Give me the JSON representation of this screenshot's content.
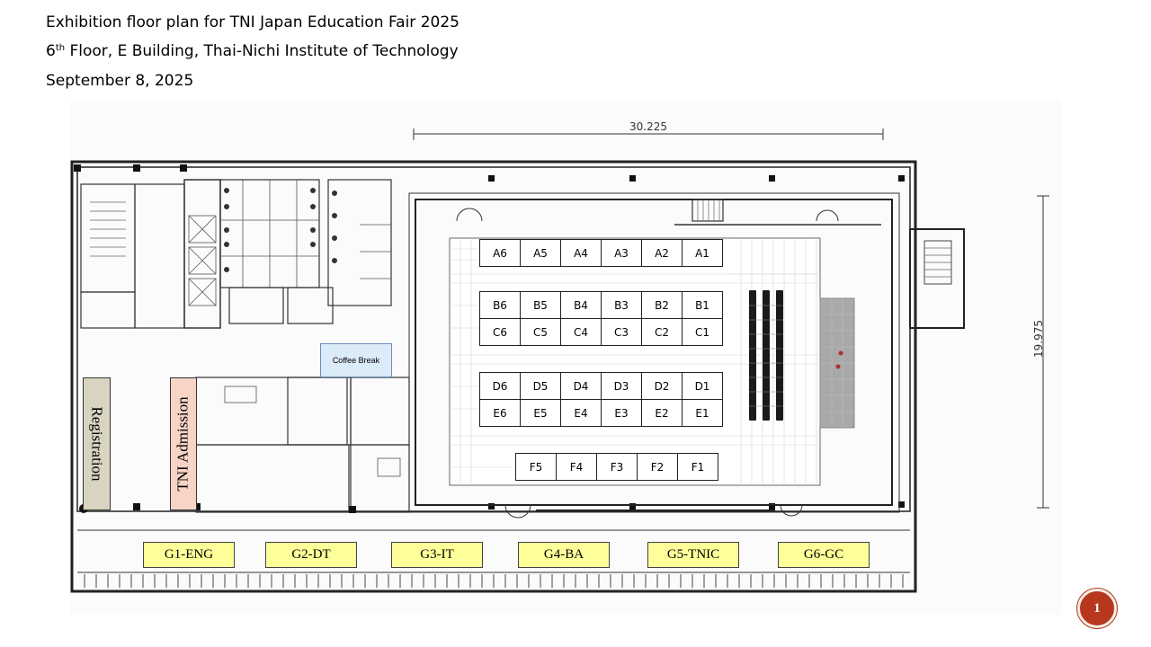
{
  "header": {
    "line1": "Exhibition floor plan for TNI Japan Education Fair 2025",
    "line2_num": "6",
    "line2_sup": "th",
    "line2_rest": " Floor, E Building, Thai-Nichi Institute of Technology",
    "line3": "September 8, 2025"
  },
  "dimensions": {
    "width": "30.225",
    "height": "19.975"
  },
  "booths": {
    "row_a": [
      "A6",
      "A5",
      "A4",
      "A3",
      "A2",
      "A1"
    ],
    "row_b": [
      "B6",
      "B5",
      "B4",
      "B3",
      "B2",
      "B1"
    ],
    "row_c": [
      "C6",
      "C5",
      "C4",
      "C3",
      "C2",
      "C1"
    ],
    "row_d": [
      "D6",
      "D5",
      "D4",
      "D3",
      "D2",
      "D1"
    ],
    "row_e": [
      "E6",
      "E5",
      "E4",
      "E3",
      "E2",
      "E1"
    ],
    "row_f": [
      "F5",
      "F4",
      "F3",
      "F2",
      "F1"
    ]
  },
  "gates": [
    "G1-ENG",
    "G2-DT",
    "G3-IT",
    "G4-BA",
    "G5-TNIC",
    "G6-GC"
  ],
  "labels": {
    "registration": "Registration",
    "admission": "TNI Admission",
    "coffee_break": "Coffee Break"
  },
  "colors": {
    "gate_fill": "#ffff99",
    "registration_fill": "#d9d3c2",
    "admission_fill": "#f7d4c6",
    "coffee_fill": "#dcebf8",
    "page_badge": "#b8371f"
  },
  "page_number": "1"
}
